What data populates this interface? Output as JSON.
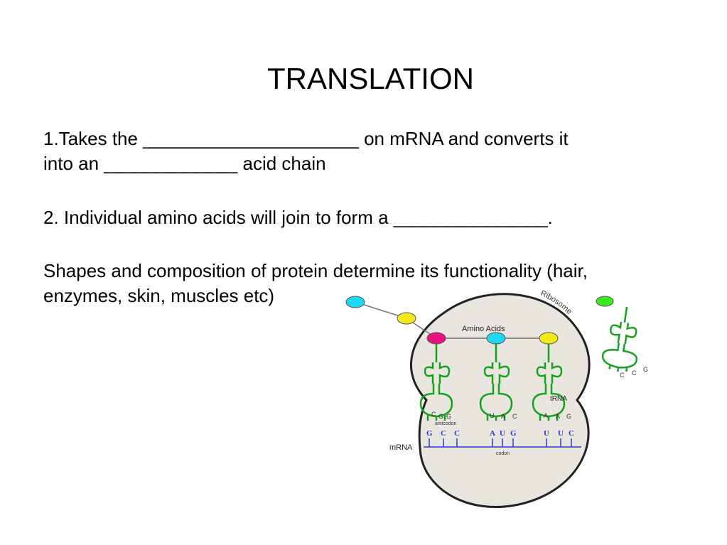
{
  "slide": {
    "title": "TRANSLATION",
    "point1_line1": "1.Takes the _____________________ on mRNA and converts it",
    "point1_line2": "into an _____________ acid chain",
    "point2": "2. Individual amino acids will join to form a _______________.",
    "point3_line1": "Shapes and composition of protein determine its functionality (hair,",
    "point3_line2": "enzymes, skin, muscles etc)"
  },
  "diagram": {
    "ribosome_label": "Ribosome",
    "amino_acids_label": "Amino Acids",
    "trna_label": "tRNA",
    "mrna_label": "mRNA",
    "anticodon_label": "anticodon",
    "codon_label": "codon",
    "anticodons": [
      [
        "C",
        "G",
        "G"
      ],
      [
        "U",
        "A",
        "C"
      ],
      [
        "A",
        "A",
        "G"
      ]
    ],
    "codons": [
      [
        "G",
        "C",
        "C"
      ],
      [
        "A",
        "U",
        "G"
      ],
      [
        "U",
        "U",
        "C"
      ]
    ],
    "free_trna_anticodon": [
      "C",
      "C",
      "G"
    ],
    "colors": {
      "ribosome_fill": "#e9e6df",
      "ribosome_stroke": "#222222",
      "trna_green": "#16a11e",
      "mrna_blue": "#2b3bd6",
      "amino_magenta": "#e8117f",
      "amino_cyan": "#1fd7ee",
      "amino_yellow": "#f2e81a",
      "amino_lime": "#3ee820"
    }
  }
}
